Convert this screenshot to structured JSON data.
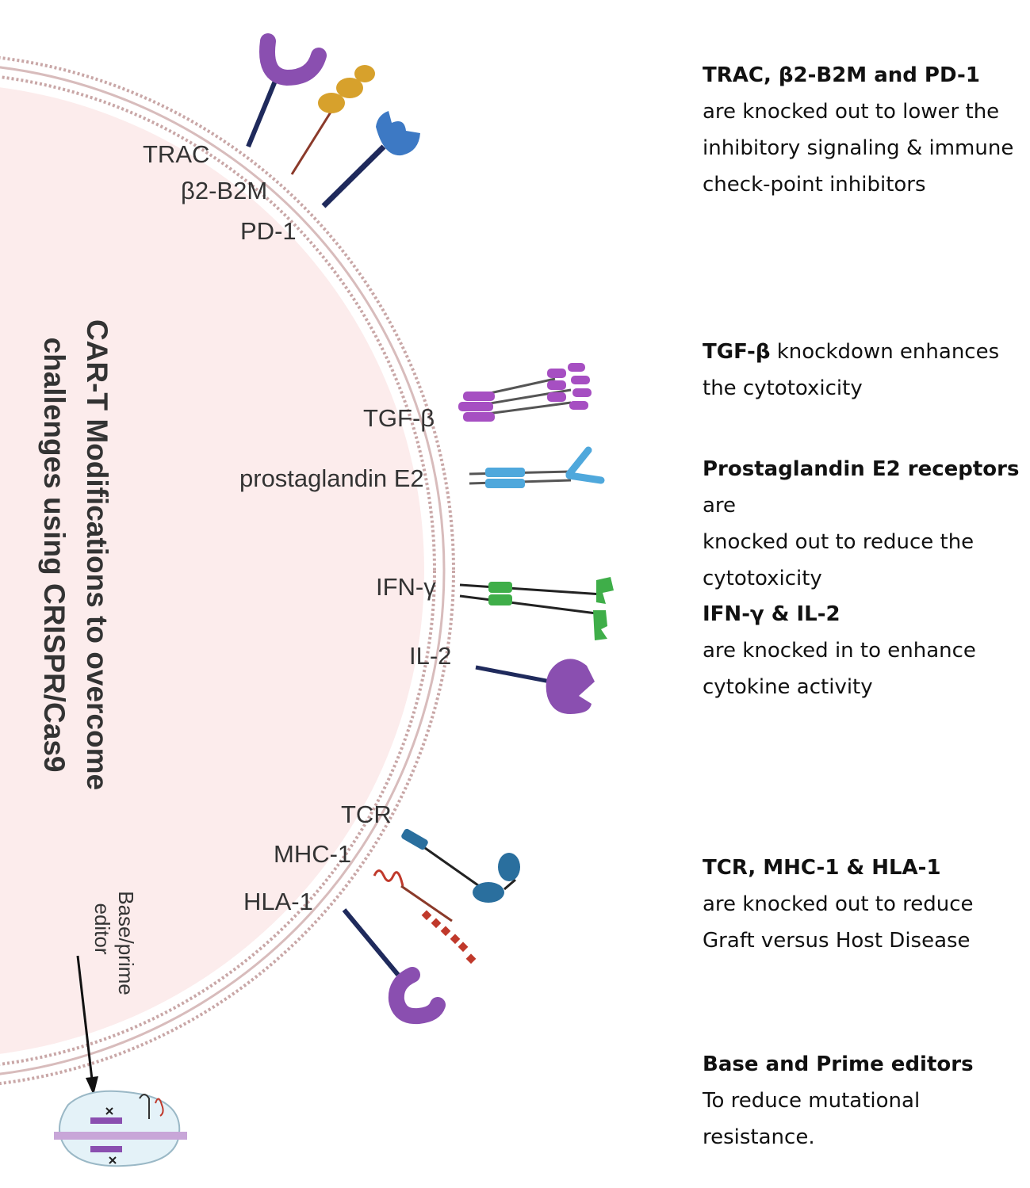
{
  "title_line1": "CAR-T Modifications to overcome",
  "title_line2": "challenges using CRISPR/Cas9",
  "receptor_labels": {
    "trac": "TRAC",
    "b2m": "β2-B2M",
    "pd1": "PD-1",
    "tgfb": "TGF-β",
    "pge2": "prostaglandin E2",
    "ifng": "IFN-γ",
    "il2": "IL-2",
    "tcr": "TCR",
    "mhc1": "MHC-1",
    "hla1": "HLA-1"
  },
  "editor_label_line1": "Base/prime",
  "editor_label_line2": "editor",
  "annotations": {
    "knockout": {
      "bold": "TRAC, β2-B2M and PD-1",
      "lines": [
        "are knocked out to lower the",
        "inhibitory signaling & immune",
        "check-point inhibitors"
      ]
    },
    "tgfb": {
      "bold": "TGF-β",
      "rest": " knockdown enhances",
      "lines": [
        "the cytotoxicity"
      ]
    },
    "pge2": {
      "bold": "Prostaglandin E2 receptors",
      "rest": " are",
      "lines": [
        "knocked out to reduce the",
        "cytotoxicity"
      ]
    },
    "cytokine": {
      "bold": "IFN-γ & IL-2",
      "lines": [
        "are knocked in to enhance",
        "cytokine activity"
      ]
    },
    "gvhd": {
      "bold": "TCR, MHC-1 & HLA-1",
      "lines": [
        "are knocked out to reduce",
        "Graft versus Host Disease"
      ]
    },
    "editors": {
      "bold": "Base and Prime editors",
      "lines": [
        "To reduce mutational",
        "resistance."
      ]
    }
  },
  "colors": {
    "cell_fill": "#fcecec",
    "membrane": "#c9a7a7",
    "purple": "#8a4fb0",
    "navy": "#1f2a5c",
    "gold": "#d7a12c",
    "blue": "#3d79c4",
    "magenta": "#a64fc2",
    "light_blue": "#4fa8dc",
    "green": "#3fae49",
    "teal": "#2a6f9e",
    "red": "#c0392b"
  }
}
